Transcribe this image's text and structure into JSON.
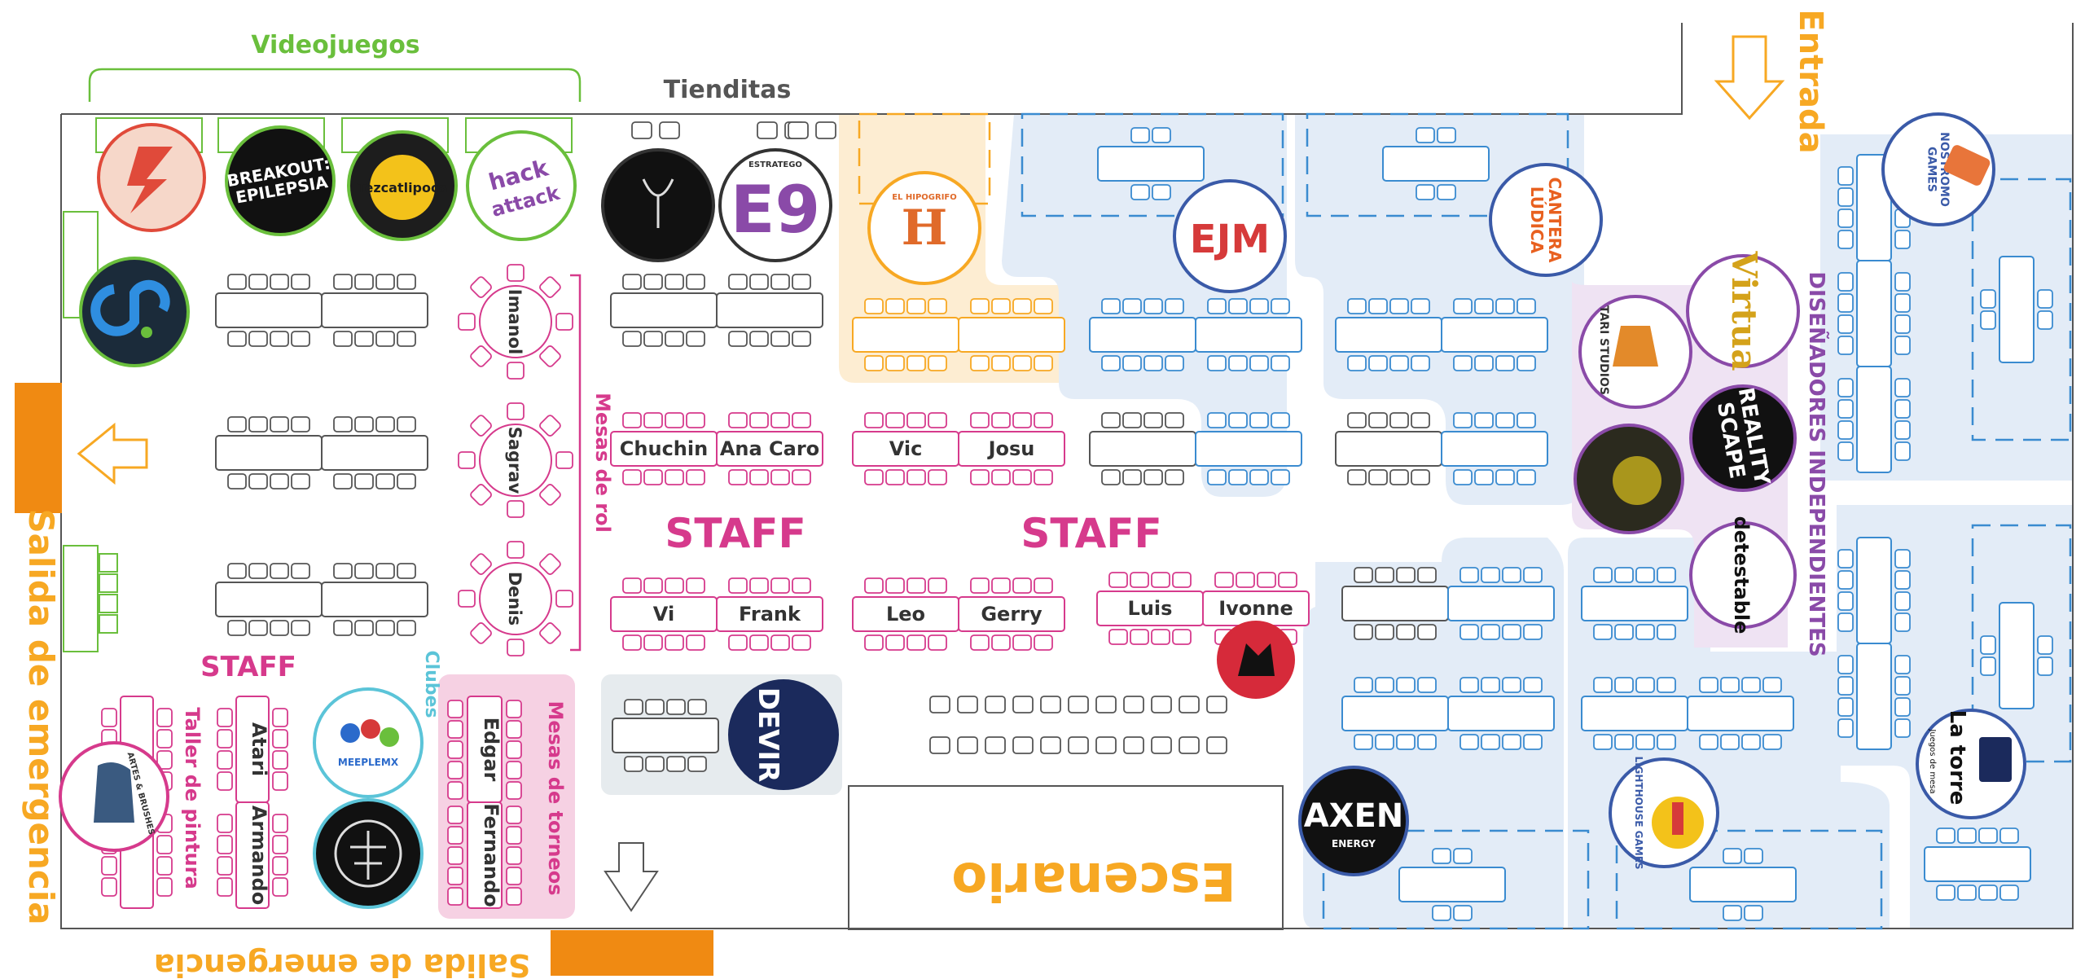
{
  "labels": {
    "videojuegos": "Videojuegos",
    "tienditas": "Tienditas",
    "entrada": "Entrada",
    "salida_left": "Salida de emergencia",
    "salida_bottom": "Salida de emergencia",
    "mesas_rol": "Mesas de rol",
    "mesas_torneos": "Mesas de torneos",
    "taller": "Taller de pintura",
    "clubes": "Clubes",
    "disenadores": "DISEÑADORES INDEPENDIENTES",
    "escenario": "Escenario",
    "staff": "STAFF"
  },
  "rol_tables": [
    "Imanol",
    "Sagrav",
    "Denis"
  ],
  "torneo_people": [
    "Edgar",
    "Fernando"
  ],
  "side_people": [
    "Atari",
    "Armando"
  ],
  "named_tables": [
    "Chuchin",
    "Ana Caro",
    "Vic",
    "Josu",
    "Vi",
    "Frank",
    "Leo",
    "Gerry",
    "Luis",
    "Ivonne"
  ],
  "logos": {
    "breakout": [
      "BREAKOUT:",
      "EPILEPSIA"
    ],
    "tezcatlipoca": "Tezcatlipoca",
    "hack": "hack attack",
    "estratego": "ESTRATEGO",
    "hipogrifo": "EL HIPOGRIFO",
    "ejm": "EJM",
    "cantera": [
      "CANTERA",
      "LÚDICA"
    ],
    "nostromo": [
      "NOSTROMO",
      "GAMES"
    ],
    "tari": [
      "TARI",
      "STUDIOS"
    ],
    "reality": [
      "REALITY",
      "SCAPE"
    ],
    "detestable": "detestable",
    "devir": "DEVIR",
    "axen": [
      "AXEN",
      "ENERGY"
    ],
    "lighthouse": [
      "LIGHTHOUSE",
      "GAMES"
    ],
    "latorre": "La torre",
    "latorre_sub": "Juegos de mesa",
    "meeple": "MEEPLEMX",
    "artes": "ARTES & BRUSHES"
  },
  "colors": {
    "green": "#6abf3c",
    "magenta": "#d63a8c",
    "blue": "#3a8bd0",
    "lightblue": "#e3ecf7",
    "orange": "#f7a823",
    "darkorange": "#f08a12",
    "purple": "#8a4aa8",
    "pink_area": "#f6d1e3",
    "gray_area": "#e6ebee",
    "peach": "#fdedd2"
  }
}
